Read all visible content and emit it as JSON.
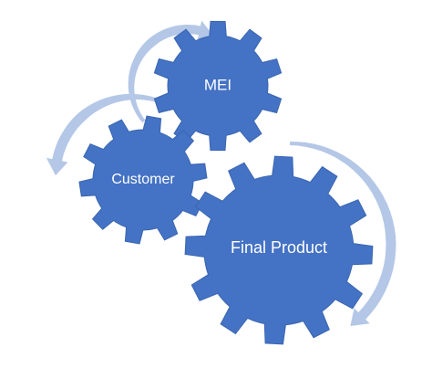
{
  "diagram": {
    "gears": [
      {
        "id": "mei",
        "label": "MEI"
      },
      {
        "id": "customer",
        "label": "Customer"
      },
      {
        "id": "final-product",
        "label": "Final Product"
      }
    ],
    "colors": {
      "gear_fill": "#4472C4",
      "gear_stroke": "#3B66B0",
      "arrow_fill": "#B4C7E7",
      "label_text": "#FFFFFF",
      "background": "#FFFFFF"
    }
  }
}
